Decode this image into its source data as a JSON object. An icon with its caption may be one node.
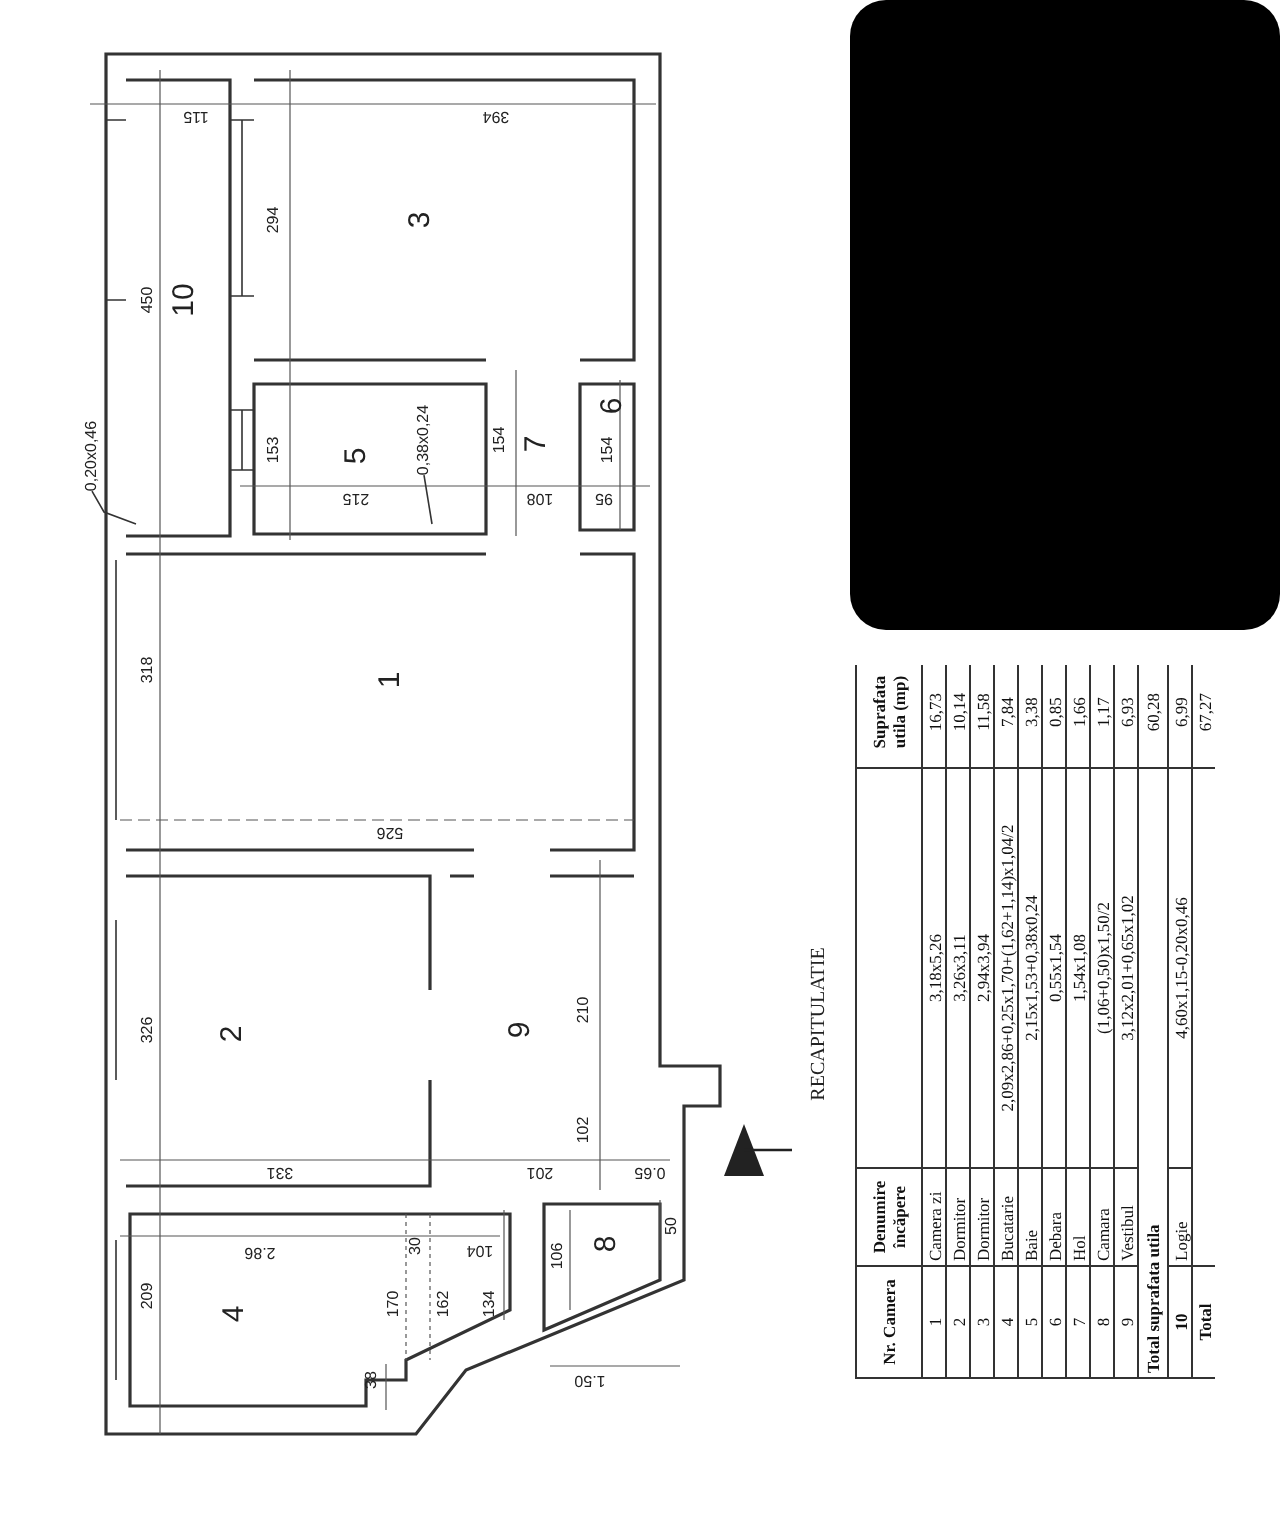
{
  "diagram": {
    "nodes": [
      {
        "text": [
          "10"
        ]
      },
      {
        "text": [
          "3"
        ]
      },
      {
        "text": [
          "0,20x0,46"
        ]
      },
      {
        "text": [
          "5"
        ]
      },
      {
        "text": [
          "0,38x0,24"
        ]
      },
      {
        "text": [
          "7"
        ]
      },
      {
        "text": [
          "6"
        ]
      },
      {
        "text": [
          "1"
        ]
      },
      {
        "text": [
          "2"
        ]
      },
      {
        "text": [
          "9"
        ]
      },
      {
        "text": [
          "8"
        ]
      },
      {
        "text": [
          "4"
        ]
      }
    ],
    "edges": [
      {
        "from": 2,
        "to": null,
        "arrow": "none"
      },
      {
        "from": 4,
        "to": null,
        "arrow": "none"
      }
    ],
    "labels": [
      "115",
      "394",
      "294",
      "450",
      "153",
      "154",
      "154",
      "215",
      "108",
      "95",
      "318",
      "526",
      "326",
      "210",
      "102",
      "331",
      "201",
      "0.65",
      "2.86",
      "30",
      "104",
      "106",
      "50",
      "209",
      "170",
      "162",
      "134",
      "38",
      "1.50",
      "RECAPITULATIE",
      "Nr. Camera",
      "Denumire încăpere",
      "Suprafata utila (mp)",
      "1",
      "Camera zi",
      "3,18x5,26",
      "16,73",
      "2",
      "Dormitor",
      "3,26x3,11",
      "10,14",
      "3",
      "Dormitor",
      "2,94x3,94",
      "11,58",
      "4",
      "Bucatarie",
      "2,09x2,86+0,25x1,70+(1,62+1,14)x1,04/2",
      "7,84",
      "5",
      "Baie",
      "2,15x1,53+0,38x0,24",
      "3,38",
      "6",
      "Debara",
      "0,55x1,54",
      "0,85",
      "7",
      "Hol",
      "1,54x1,08",
      "1,66",
      "8",
      "Camara",
      "(1,06+0,50)x1,50/2",
      "1,17",
      "9",
      "Vestibul",
      "3,12x2,01+0,65x1,02",
      "6,93",
      "Total suprafata utila",
      "60,28",
      "10",
      "Logie",
      "4,60x1,15-0,20x0,46",
      "6,99",
      "Total",
      "67,27"
    ]
  }
}
